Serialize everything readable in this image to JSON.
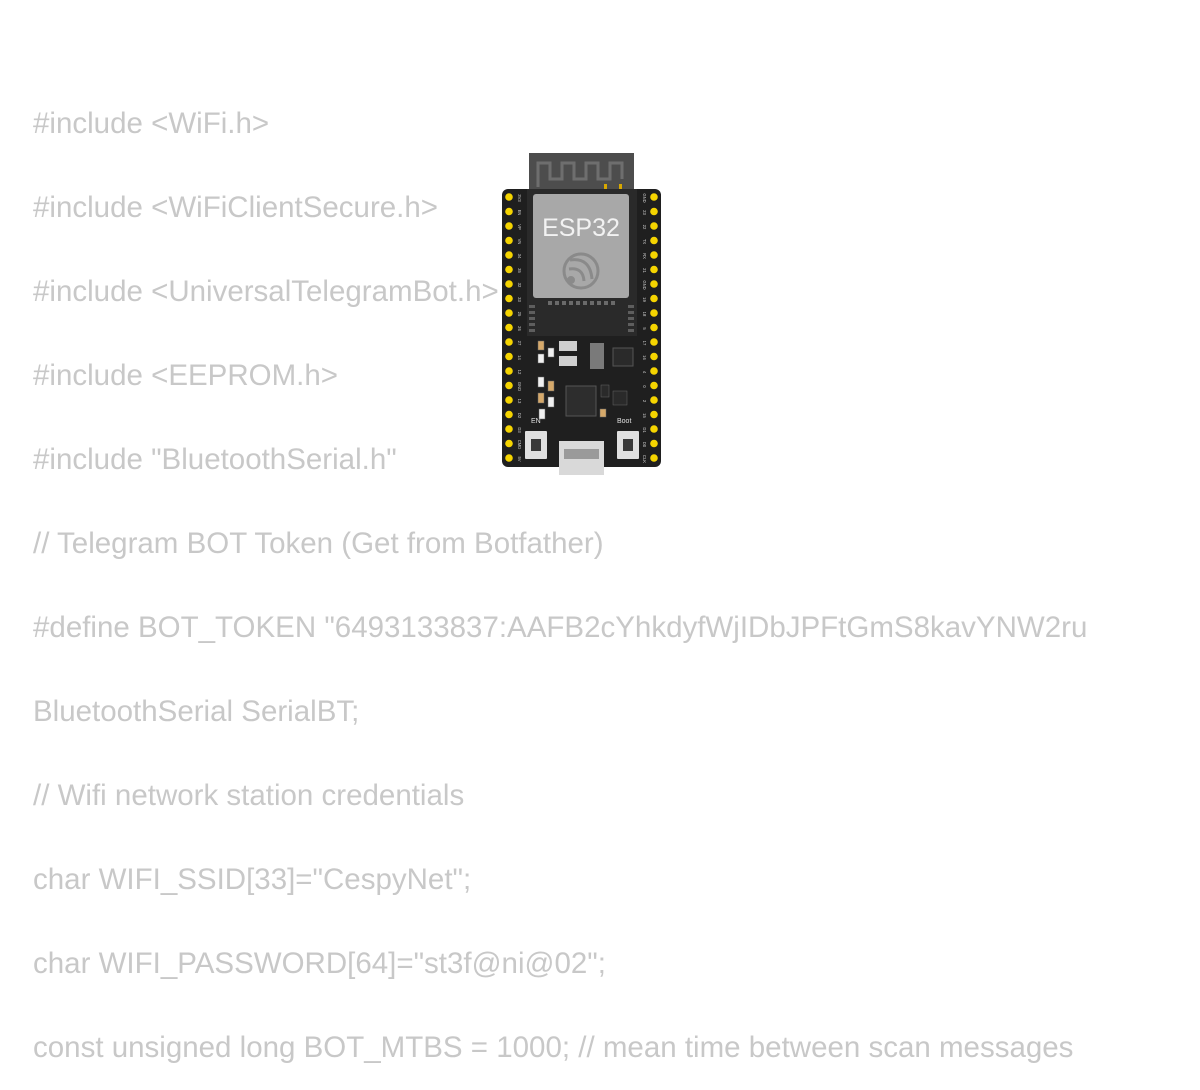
{
  "code": {
    "lines": [
      "#include <WiFi.h>",
      "#include <WiFiClientSecure.h>",
      "#include <UniversalTelegramBot.h>",
      "#include <EEPROM.h>",
      "#include \"BluetoothSerial.h\"",
      "// Telegram BOT Token (Get from Botfather)",
      "#define BOT_TOKEN \"6493133837:AAFB2cYhkdyfWjIDbJPFtGmS8kavYNW2ru",
      "BluetoothSerial SerialBT;",
      "// Wifi network station credentials",
      "char WIFI_SSID[33]=\"CespyNet\";",
      "char WIFI_PASSWORD[64]=\"st3f@ni@02\";",
      "const unsigned long BOT_MTBS = 1000; // mean time between scan messages"
    ]
  },
  "board": {
    "chip_label": "ESP32",
    "en_label": "EN",
    "boot_label": "Boot",
    "left_pins": [
      "3V3",
      "EN",
      "VP",
      "VN",
      "34",
      "35",
      "32",
      "33",
      "25",
      "26",
      "27",
      "14",
      "12",
      "GND",
      "13",
      "D2",
      "D3",
      "CMD",
      "5V"
    ],
    "right_pins": [
      "GND",
      "23",
      "22",
      "TX",
      "RX",
      "21",
      "GND",
      "19",
      "18",
      "5",
      "17",
      "16",
      "4",
      "0",
      "2",
      "15",
      "D1",
      "D0",
      "CLK"
    ],
    "colors": {
      "pcb": "#1f1f1f",
      "pin": "#f5d400",
      "shield": "#a8a8a8",
      "antenna": "#4d4d4d",
      "code_text": "#c8c8c8"
    }
  }
}
